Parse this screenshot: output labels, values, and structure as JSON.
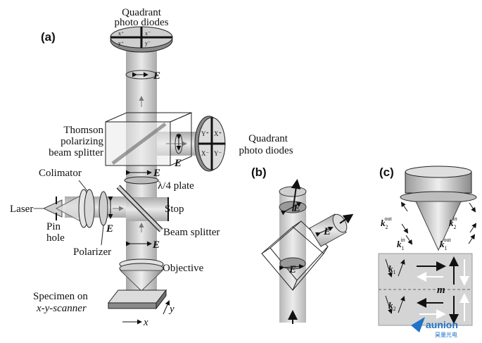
{
  "panels": {
    "a": "(a)",
    "b": "(b)",
    "c": "(c)"
  },
  "labels": {
    "quadrant_top": [
      "Quadrant",
      "photo diodes"
    ],
    "quadrant_side": [
      "Quadrant",
      "photo diodes"
    ],
    "thomson": [
      "Thomson",
      "polarizing",
      "beam splitter"
    ],
    "collimator": "Colimator",
    "laser": "Laser",
    "pinhole": [
      "Pin",
      "hole"
    ],
    "polarizer": "Polarizer",
    "quarter_plate": "λ/4 plate",
    "stop": "Stop",
    "beam_splitter": "Beam splitter",
    "objective": "Objective",
    "specimen": [
      "Specimen on",
      "x-y-scanner"
    ],
    "axis_x": "x",
    "axis_y": "y",
    "field_E": "E",
    "m": "m"
  },
  "quadrant_signs": [
    "Y⁺",
    "X⁺",
    "X⁻",
    "Y⁻"
  ],
  "wavevectors": {
    "k2_out": {
      "base": "k",
      "sub": "2",
      "sup": "out"
    },
    "k2_in": {
      "base": "k",
      "sub": "2",
      "sup": "in"
    },
    "k1_in": {
      "base": "k",
      "sub": "1",
      "sup": "in"
    },
    "k1_out": {
      "base": "k",
      "sub": "1",
      "sup": "out"
    },
    "k1": {
      "base": "k",
      "sub": "1"
    },
    "k2": {
      "base": "k",
      "sub": "2"
    }
  },
  "watermark": {
    "brand": "aunion",
    "tagline": "昊量光电"
  },
  "colors": {
    "beam": "#c9c9c9",
    "interface": "#d4d4d4",
    "brand": "#1f73c8"
  }
}
